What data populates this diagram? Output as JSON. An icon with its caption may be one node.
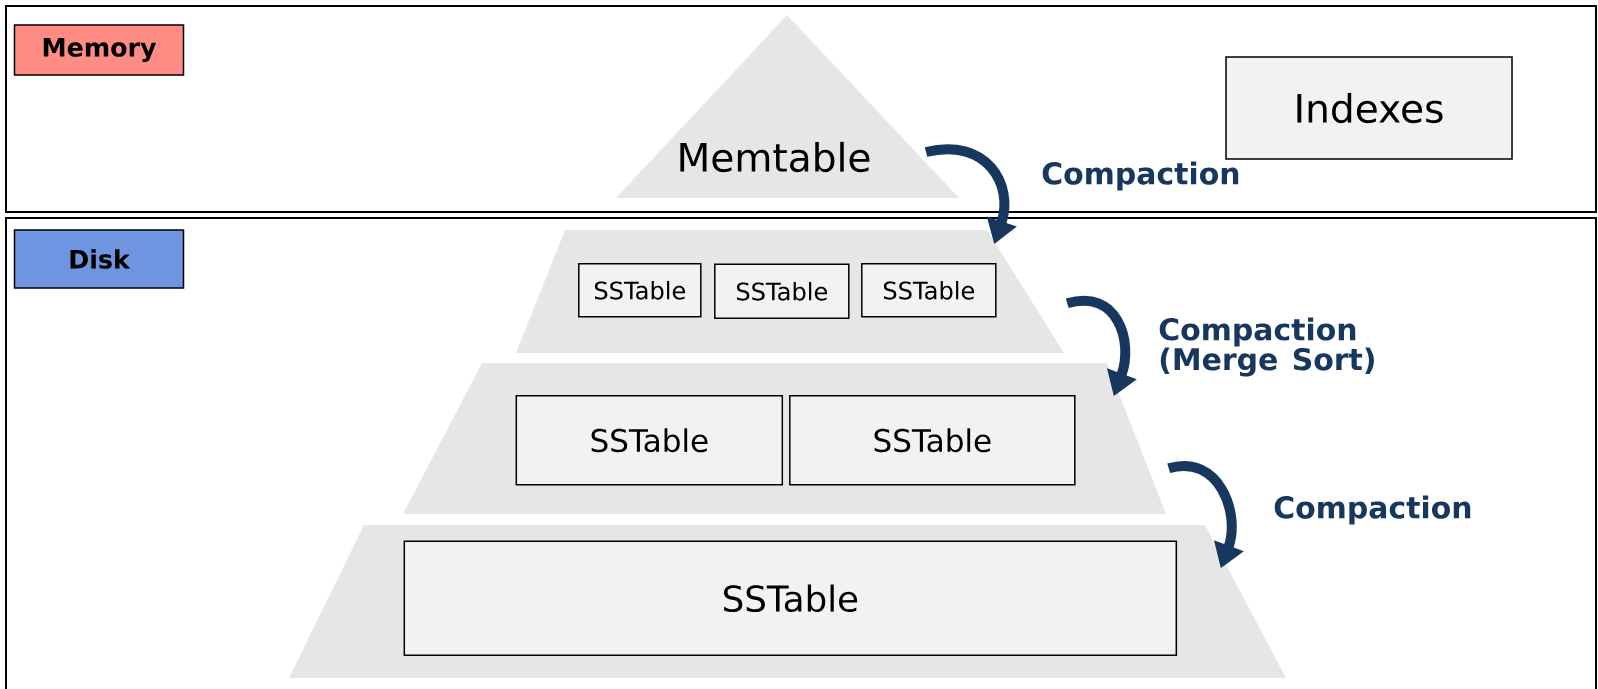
{
  "diagram": {
    "nodes": [
      {
        "text": [
          "Memory"
        ]
      },
      {
        "text": [
          "Memtable"
        ],
        "in": 0
      },
      {
        "text": [
          "Indexes"
        ],
        "in": 0
      },
      {
        "text": [
          "Disk"
        ]
      },
      {
        "text": [],
        "shape": "trapezoid",
        "in": 3
      },
      {
        "text": [
          "SSTable"
        ],
        "in": 4
      },
      {
        "text": [
          "SSTable"
        ],
        "in": 4
      },
      {
        "text": [
          "SSTable"
        ],
        "in": 4
      },
      {
        "text": [],
        "shape": "trapezoid",
        "in": 3
      },
      {
        "text": [
          "SSTable"
        ],
        "in": 8
      },
      {
        "text": [
          "SSTable"
        ],
        "in": 8
      },
      {
        "text": [],
        "shape": "trapezoid",
        "in": 3
      },
      {
        "text": [
          "SSTable"
        ],
        "in": 11
      }
    ],
    "edges": [
      {
        "from": 1,
        "to": 4,
        "arrow": "to",
        "label": "Compaction"
      },
      {
        "from": 4,
        "to": 8,
        "arrow": "to",
        "label": "Compaction (Merge Sort)"
      },
      {
        "from": 8,
        "to": 11,
        "arrow": "to",
        "label": "Compaction"
      }
    ]
  }
}
